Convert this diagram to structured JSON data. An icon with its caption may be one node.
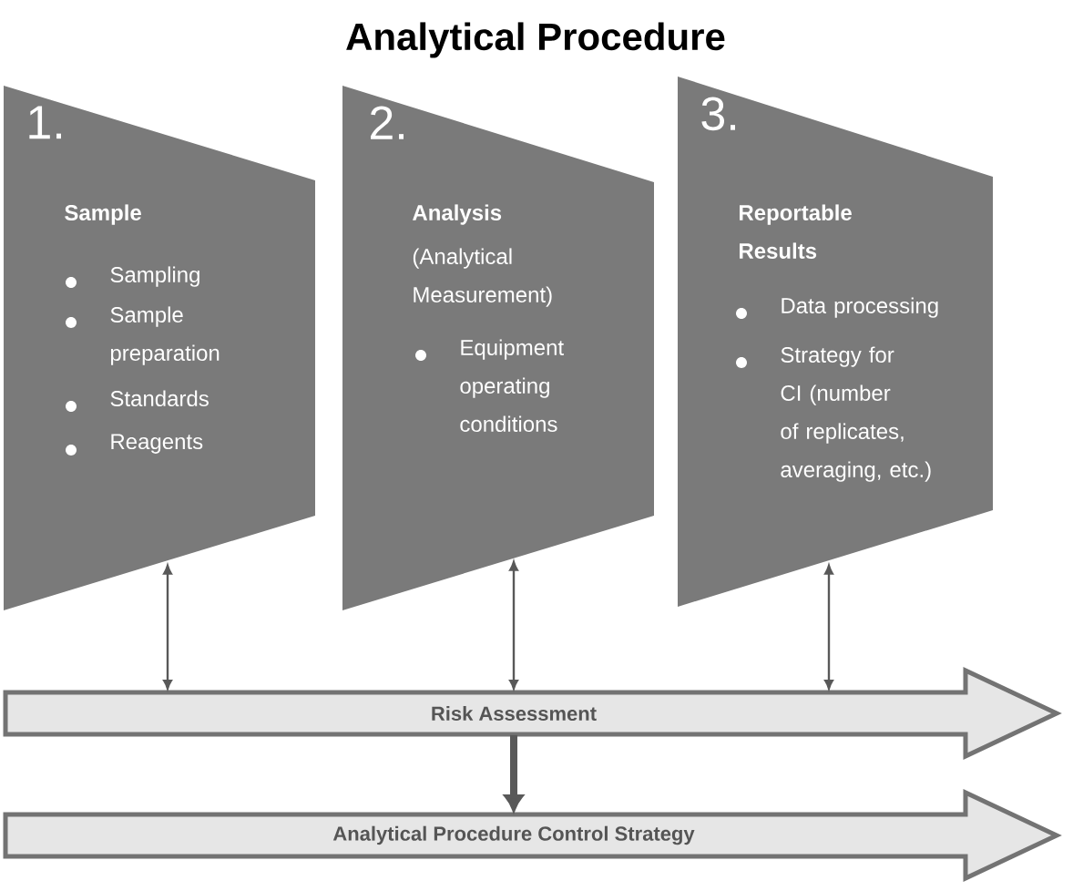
{
  "diagram": {
    "title": "Analytical Procedure",
    "nodes": [
      {
        "text": [
          "1.",
          "Sample",
          "Sampling",
          "Sample preparation",
          "Standards",
          "Reagents"
        ]
      },
      {
        "text": [
          "2.",
          "Analysis",
          "(Analytical Measurement)",
          "Equipment operating conditions"
        ]
      },
      {
        "text": [
          "3.",
          "Reportable Results",
          "Data processing",
          "Strategy for CI (number of replicates, averaging, etc.)"
        ]
      },
      {
        "text": [
          "Risk Assessment"
        ]
      },
      {
        "text": [
          "Analytical Procedure Control Strategy"
        ]
      }
    ],
    "edges": [
      {
        "from": 0,
        "to": 3,
        "arrow": "both"
      },
      {
        "from": 1,
        "to": 3,
        "arrow": "both"
      },
      {
        "from": 2,
        "to": 3,
        "arrow": "both"
      },
      {
        "from": 3,
        "to": 4,
        "arrow": "to",
        "style": "thick"
      }
    ]
  }
}
